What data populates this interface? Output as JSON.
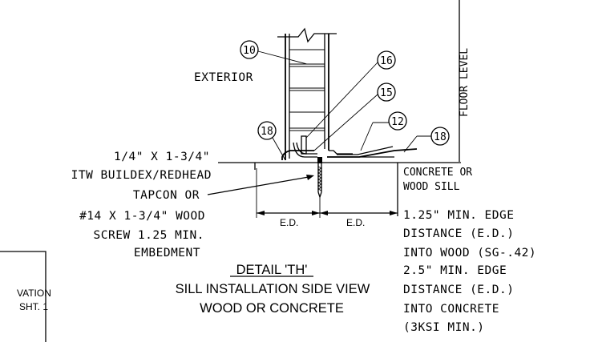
{
  "labels": {
    "floor_level": "FLOOR LEVEL",
    "exterior": "EXTERIOR",
    "fastener": [
      "1/4\" X 1-3/4\"",
      "ITW BUILDEX/REDHEAD",
      "TAPCON OR",
      "#14 X 1-3/4\" WOOD",
      "SCREW 1.25 MIN.",
      "EMBEDMENT"
    ],
    "substrate": [
      "CONCRETE OR",
      "WOOD SILL"
    ],
    "edge_notes": [
      "1.25\" MIN. EDGE",
      "DISTANCE (E.D.)",
      "INTO WOOD (SG-.42)",
      "2.5\" MIN. EDGE",
      "DISTANCE (E.D.)",
      "INTO CONCRETE",
      "(3KSI MIN.)"
    ],
    "ed_left": "E.D.",
    "ed_right": "E.D."
  },
  "callouts": [
    "10",
    "16",
    "15",
    "18",
    "12",
    "18"
  ],
  "detail": {
    "title": "DETAIL 'TH'",
    "line1": "SILL INSTALLATION SIDE VIEW",
    "line2": "WOOD OR CONCRETE"
  },
  "ref_box": {
    "line1": "VATION",
    "line2": "SHT. 1"
  }
}
